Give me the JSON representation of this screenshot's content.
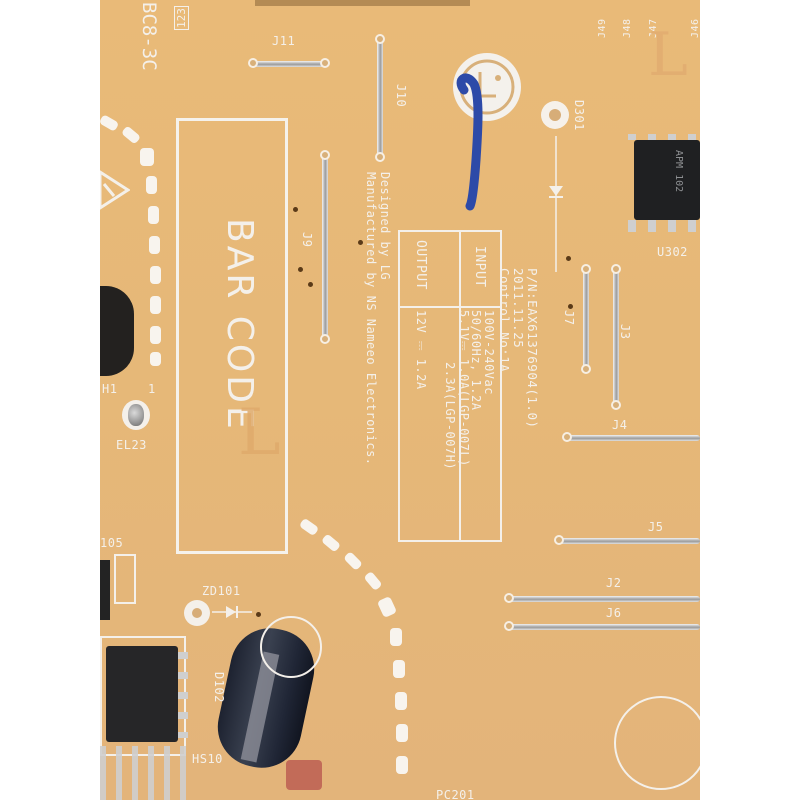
{
  "board": {
    "colors": {
      "pcb": "#e6b878",
      "silkscreen": "#f4f0ea",
      "bar_code_box": "#f5f2ec"
    },
    "top_labels": {
      "bc": "BC8-3C",
      "box_digits": "123",
      "j49": "J49",
      "j48": "J48",
      "j47": "J47",
      "j46": "J46"
    },
    "jumpers": {
      "j11": "J11",
      "j10": "J10",
      "j9": "J9",
      "j7": "J7",
      "j3": "J3",
      "j4": "J4",
      "j5": "J5",
      "j2": "J2",
      "j6": "J6"
    },
    "components": {
      "d301": "D301",
      "u302": "U302",
      "ic_marking": "APM 102",
      "zd101": "ZD101",
      "h1": "H1",
      "h1_pin": "1",
      "el23": "EL23",
      "r105": "105",
      "d102": "D102",
      "hs10": "HS10",
      "pc201": "PC201"
    },
    "bar_code": {
      "text": "BAR CODE"
    },
    "manufacturer": {
      "line1": "Designed by LG",
      "line2": "Manufactured by NS Nameeo Electronics."
    },
    "part_info": {
      "pn": "P/N:EAX61376904(1.0)",
      "date": "2011.11.25",
      "control": "Control No:1A"
    },
    "spec_table": {
      "input_header": "INPUT",
      "input_line1": "100V-240Vac",
      "input_line2": "50/60Hz, 1.2A",
      "output_header": "OUTPUT",
      "output_line1": "5.1V⎓ 1.0A(LGP-007L)",
      "output_line2": "2.3A(LGP-007H)",
      "output_line3": "12V ⎓ 1.2A"
    },
    "watermarks": {
      "l1": "L",
      "l2": "L"
    }
  }
}
